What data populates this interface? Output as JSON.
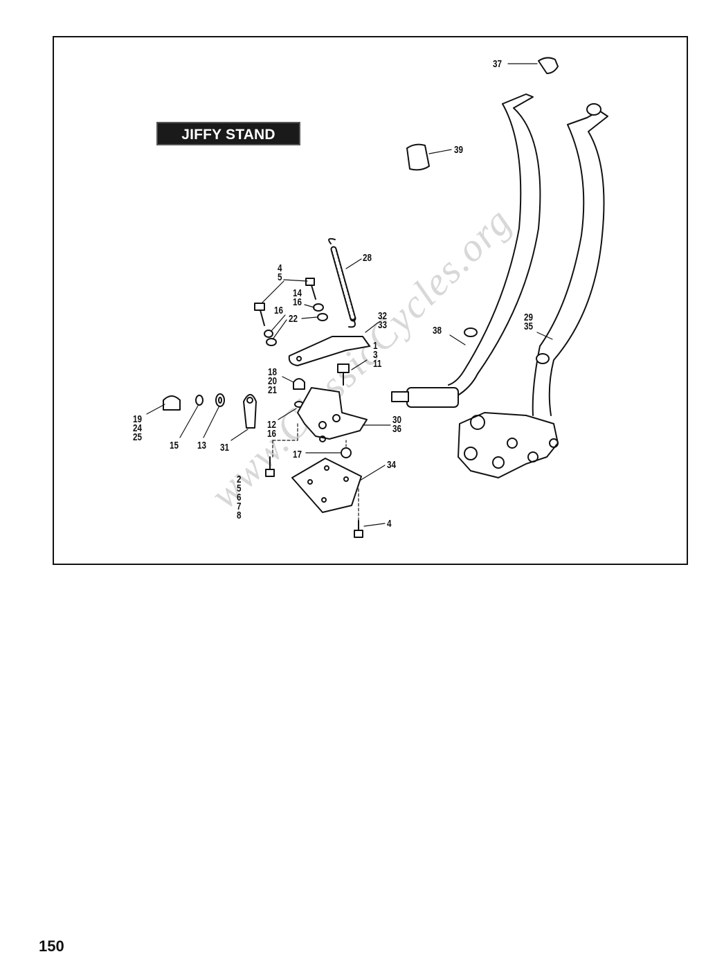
{
  "title": "JIFFY STAND",
  "watermark": "www.ClassicCycles.org",
  "page_number": "150",
  "callouts": {
    "c37": "37",
    "c39": "39",
    "c28": "28",
    "c4_5": "4\n5",
    "c14_16": "14\n16",
    "c16": "16",
    "c22": "22",
    "c32_33": "32\n33",
    "c1_3_11": "1\n3\n11",
    "c18_20_21": "18\n20\n21",
    "c38": "38",
    "c29_35": "29\n35",
    "c19_24_25": "19\n24\n25",
    "c15": "15",
    "c13": "13",
    "c31": "31",
    "c12_16": "12\n16",
    "c30_36": "30\n36",
    "c17": "17",
    "c34": "34",
    "c2_5_6_7_8": "2\n5\n6\n7\n8",
    "c4b": "4"
  }
}
